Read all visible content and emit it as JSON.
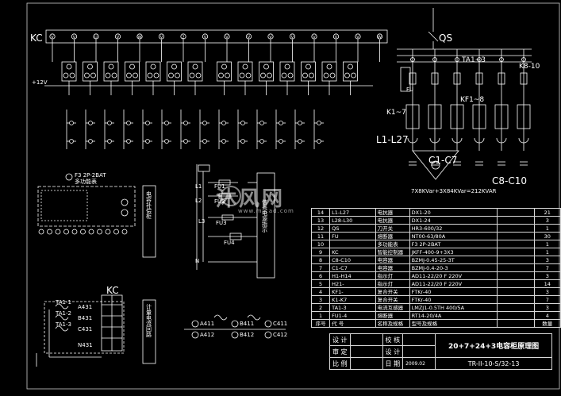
{
  "labels": {
    "kc_top": "KC",
    "kc_bottom": "KC",
    "qs": "QS",
    "ta": "TA1~3",
    "k8": "K8-10",
    "fu": "FU",
    "kf": "KF1~8",
    "k1_7": "K1~7",
    "l1_l27": "L1-L27",
    "c1_c7": "C1-C7",
    "c8_c10": "C8-C10",
    "capacity": "7X8KVar+3X84KVar=212KVAR",
    "voltage": "+12V",
    "controller": "F3 2P-2BAT",
    "controller_sub": "多功能表",
    "side_label_1": "电容补偿柜",
    "side_label_2": "信号电源指示",
    "side_label_3": "计量电流回路",
    "fu1": "FU1",
    "fu2": "FU2",
    "fu3": "FU3",
    "fu4": "FU4",
    "l1": "L1",
    "l2": "L2",
    "l3": "L3",
    "n": "N",
    "ta1": "TA1-1",
    "ta2": "TA1-2",
    "ta3": "TA1-3",
    "a431": "A431",
    "b431": "B431",
    "c431": "C431",
    "n431": "N431",
    "a411": "A411",
    "b411": "B411",
    "c411": "C411",
    "a412": "A412",
    "b412": "B412",
    "c412": "C412"
  },
  "terminals_top": [
    "V",
    "V",
    "U",
    "V",
    "W",
    "V",
    "2",
    "V",
    "V",
    "V",
    "V",
    "V",
    "V",
    "V",
    "V",
    "W"
  ],
  "parts": {
    "rows": [
      [
        "14",
        "L1-L27",
        "电抗器",
        "DX1-20",
        "21"
      ],
      [
        "13",
        "L28-L30",
        "电抗器",
        "DX1-24",
        "3"
      ],
      [
        "12",
        "QS",
        "刀开关",
        "HR3-600/32",
        "1"
      ],
      [
        "11",
        "FU",
        "熔断器",
        "NT00-63/80A",
        "30"
      ],
      [
        "10",
        "",
        "多功能表",
        "F3 2P-2BAT",
        "1"
      ],
      [
        "9",
        "KC",
        "智能控制器",
        "JKFF-400-9+3X3",
        "1"
      ],
      [
        "8",
        "C8-C10",
        "电容器",
        "BZMJ-0.45-25-3T",
        "3"
      ],
      [
        "7",
        "C1-C7",
        "电容器",
        "BZMJ-0.4-20-3",
        "7"
      ],
      [
        "6",
        "H1-H14",
        "指示灯",
        "AD11-22/20 F 220V",
        "3"
      ],
      [
        "5",
        "H21-",
        "指示灯",
        "AD11-22/20 F 220V",
        "14"
      ],
      [
        "4",
        "KF1-",
        "复合开关",
        "FTKr-40",
        "3"
      ],
      [
        "3",
        "K1-K7",
        "复合开关",
        "FTKr-40",
        "7"
      ],
      [
        "2",
        "TA1-3",
        "电流互感器",
        "LMZJ1-0.5TH 400/5A",
        "3"
      ],
      [
        "1",
        "FU1-4",
        "熔断器",
        "RT14-20/4A",
        "4"
      ]
    ],
    "header": [
      "序号",
      "代 号",
      "名称及规格",
      "型号及规格",
      "数量"
    ]
  },
  "title_block": {
    "drawing_title": "20+7+24+3电容柜原理图",
    "row1": [
      "设 计",
      "",
      "校 核",
      ""
    ],
    "row2": [
      "审 定",
      "",
      "设 计",
      ""
    ],
    "row3": [
      "比 例",
      "",
      "日 期",
      "2009.02"
    ],
    "code": "TR-II-10-S/32-13"
  },
  "watermark": {
    "text": "沐风网",
    "url": "www.mfcad.com"
  }
}
